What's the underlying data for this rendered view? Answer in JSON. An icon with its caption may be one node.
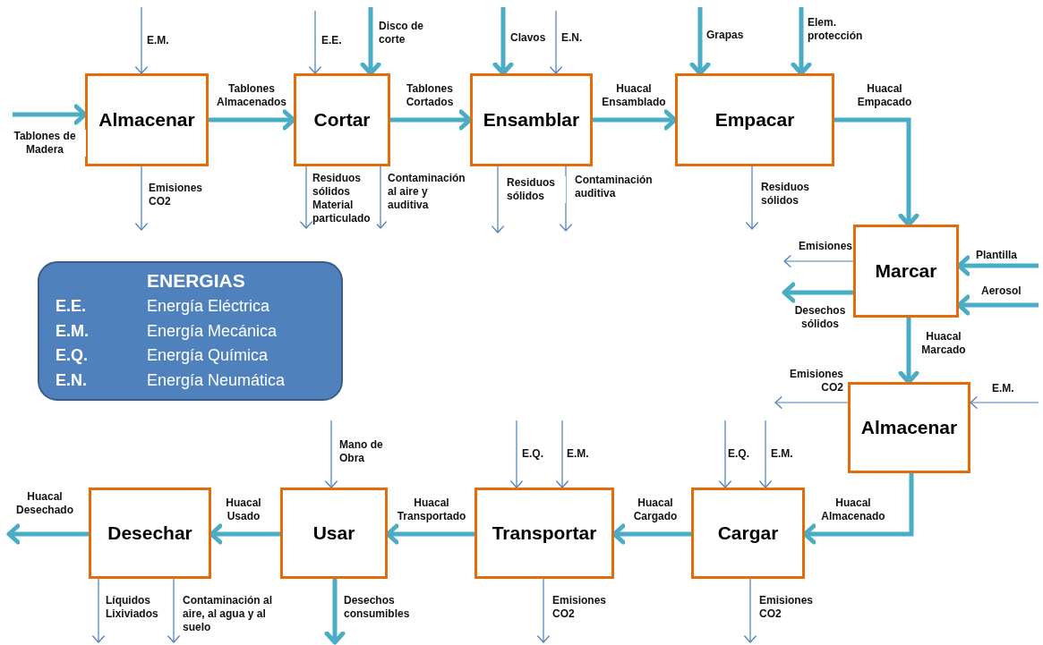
{
  "diagram": {
    "nodes": [
      {
        "text": [
          "Almacenar"
        ]
      },
      {
        "text": [
          "Cortar"
        ]
      },
      {
        "text": [
          "Ensamblar"
        ]
      },
      {
        "text": [
          "Empacar"
        ]
      },
      {
        "text": [
          "Marcar"
        ]
      },
      {
        "text": [
          "Almacenar"
        ]
      },
      {
        "text": [
          "Cargar"
        ]
      },
      {
        "text": [
          "Transportar"
        ]
      },
      {
        "text": [
          "Usar"
        ]
      },
      {
        "text": [
          "Desechar"
        ]
      },
      {
        "text": [
          "ENERGIAS",
          "E.E.",
          "Energía Eléctrica",
          "E.M.",
          "Energía Mecánica",
          "E.Q.",
          "Energía Química",
          "E.N.",
          "Energía Neumática"
        ]
      }
    ],
    "edges": [
      {
        "from": null,
        "to": 0,
        "arrow": "to",
        "label": "Tablones de Madera",
        "style": "thick",
        "color": "#4bacc6"
      },
      {
        "from": 0,
        "to": 1,
        "arrow": "to",
        "label": "Tablones Almacenados",
        "style": "thick",
        "color": "#4bacc6"
      },
      {
        "from": 1,
        "to": 2,
        "arrow": "to",
        "label": "Tablones Cortados",
        "style": "thick",
        "color": "#4bacc6"
      },
      {
        "from": 2,
        "to": 3,
        "arrow": "to",
        "label": "Huacal Ensamblado",
        "style": "thick",
        "color": "#4bacc6"
      },
      {
        "from": 3,
        "to": 4,
        "arrow": "to",
        "label": "Huacal Empacado",
        "style": "thick",
        "color": "#4bacc6"
      },
      {
        "from": 4,
        "to": 5,
        "arrow": "to",
        "label": "Huacal Marcado",
        "style": "thick",
        "color": "#4bacc6"
      },
      {
        "from": 5,
        "to": 6,
        "arrow": "to",
        "label": "Huacal Almacenado",
        "style": "thick",
        "color": "#4bacc6"
      },
      {
        "from": 6,
        "to": 7,
        "arrow": "to",
        "label": "Huacal Cargado",
        "style": "thick",
        "color": "#4bacc6"
      },
      {
        "from": 7,
        "to": 8,
        "arrow": "to",
        "label": "Huacal Transportado",
        "style": "thick",
        "color": "#4bacc6"
      },
      {
        "from": 8,
        "to": 9,
        "arrow": "to",
        "label": "Huacal Usado",
        "style": "thick",
        "color": "#4bacc6"
      },
      {
        "from": 9,
        "to": null,
        "arrow": "to",
        "label": "Huacal Desechado",
        "style": "thick",
        "color": "#4bacc6"
      },
      {
        "from": null,
        "to": 0,
        "arrow": "to",
        "label": "E.M."
      },
      {
        "from": 0,
        "to": null,
        "arrow": "to",
        "label": "Emisiones CO2"
      },
      {
        "from": null,
        "to": 1,
        "arrow": "to",
        "label": "E.E."
      },
      {
        "from": null,
        "to": 1,
        "arrow": "to",
        "label": "Disco de corte",
        "style": "thick",
        "color": "#4bacc6"
      },
      {
        "from": 1,
        "to": null,
        "arrow": "to",
        "label": "Residuos sólidos Material particulado"
      },
      {
        "from": 1,
        "to": null,
        "arrow": "to",
        "label": "Contaminación al aire y auditiva"
      },
      {
        "from": null,
        "to": 2,
        "arrow": "to",
        "label": "Clavos",
        "style": "thick",
        "color": "#4bacc6"
      },
      {
        "from": null,
        "to": 2,
        "arrow": "to",
        "label": "E.N."
      },
      {
        "from": 2,
        "to": null,
        "arrow": "to",
        "label": "Residuos sólidos"
      },
      {
        "from": 2,
        "to": null,
        "arrow": "to",
        "label": "Contaminación auditiva"
      },
      {
        "from": null,
        "to": 3,
        "arrow": "to",
        "label": "Grapas",
        "style": "thick",
        "color": "#4bacc6"
      },
      {
        "from": null,
        "to": 3,
        "arrow": "to",
        "label": "Elem. protección",
        "style": "thick",
        "color": "#4bacc6"
      },
      {
        "from": 3,
        "to": null,
        "arrow": "to",
        "label": "Residuos sólidos"
      },
      {
        "from": 4,
        "to": null,
        "arrow": "to",
        "label": "Emisiones"
      },
      {
        "from": 4,
        "to": null,
        "arrow": "to",
        "label": "Desechos sólidos",
        "style": "thick",
        "color": "#4bacc6"
      },
      {
        "from": null,
        "to": 4,
        "arrow": "to",
        "label": "Plantilla",
        "style": "thick",
        "color": "#4bacc6"
      },
      {
        "from": null,
        "to": 4,
        "arrow": "to",
        "label": "Aerosol",
        "style": "thick",
        "color": "#4bacc6"
      },
      {
        "from": 5,
        "to": null,
        "arrow": "to",
        "label": "Emisiones CO2"
      },
      {
        "from": null,
        "to": 5,
        "arrow": "to",
        "label": "E.M."
      },
      {
        "from": null,
        "to": 6,
        "arrow": "to",
        "label": "E.Q."
      },
      {
        "from": null,
        "to": 6,
        "arrow": "to",
        "label": "E.M."
      },
      {
        "from": 6,
        "to": null,
        "arrow": "to",
        "label": "Emisiones CO2"
      },
      {
        "from": null,
        "to": 7,
        "arrow": "to",
        "label": "E.Q."
      },
      {
        "from": null,
        "to": 7,
        "arrow": "to",
        "label": "E.M."
      },
      {
        "from": 7,
        "to": null,
        "arrow": "to",
        "label": "Emisiones CO2"
      },
      {
        "from": null,
        "to": 8,
        "arrow": "to",
        "label": "Mano de Obra"
      },
      {
        "from": 8,
        "to": null,
        "arrow": "to",
        "label": "Desechos consumibles",
        "style": "thick",
        "color": "#4bacc6"
      },
      {
        "from": 9,
        "to": null,
        "arrow": "to",
        "label": "Líquidos Lixiviados"
      },
      {
        "from": 9,
        "to": null,
        "arrow": "to",
        "label": "Contaminación al aire, al agua y al suelo"
      }
    ]
  }
}
